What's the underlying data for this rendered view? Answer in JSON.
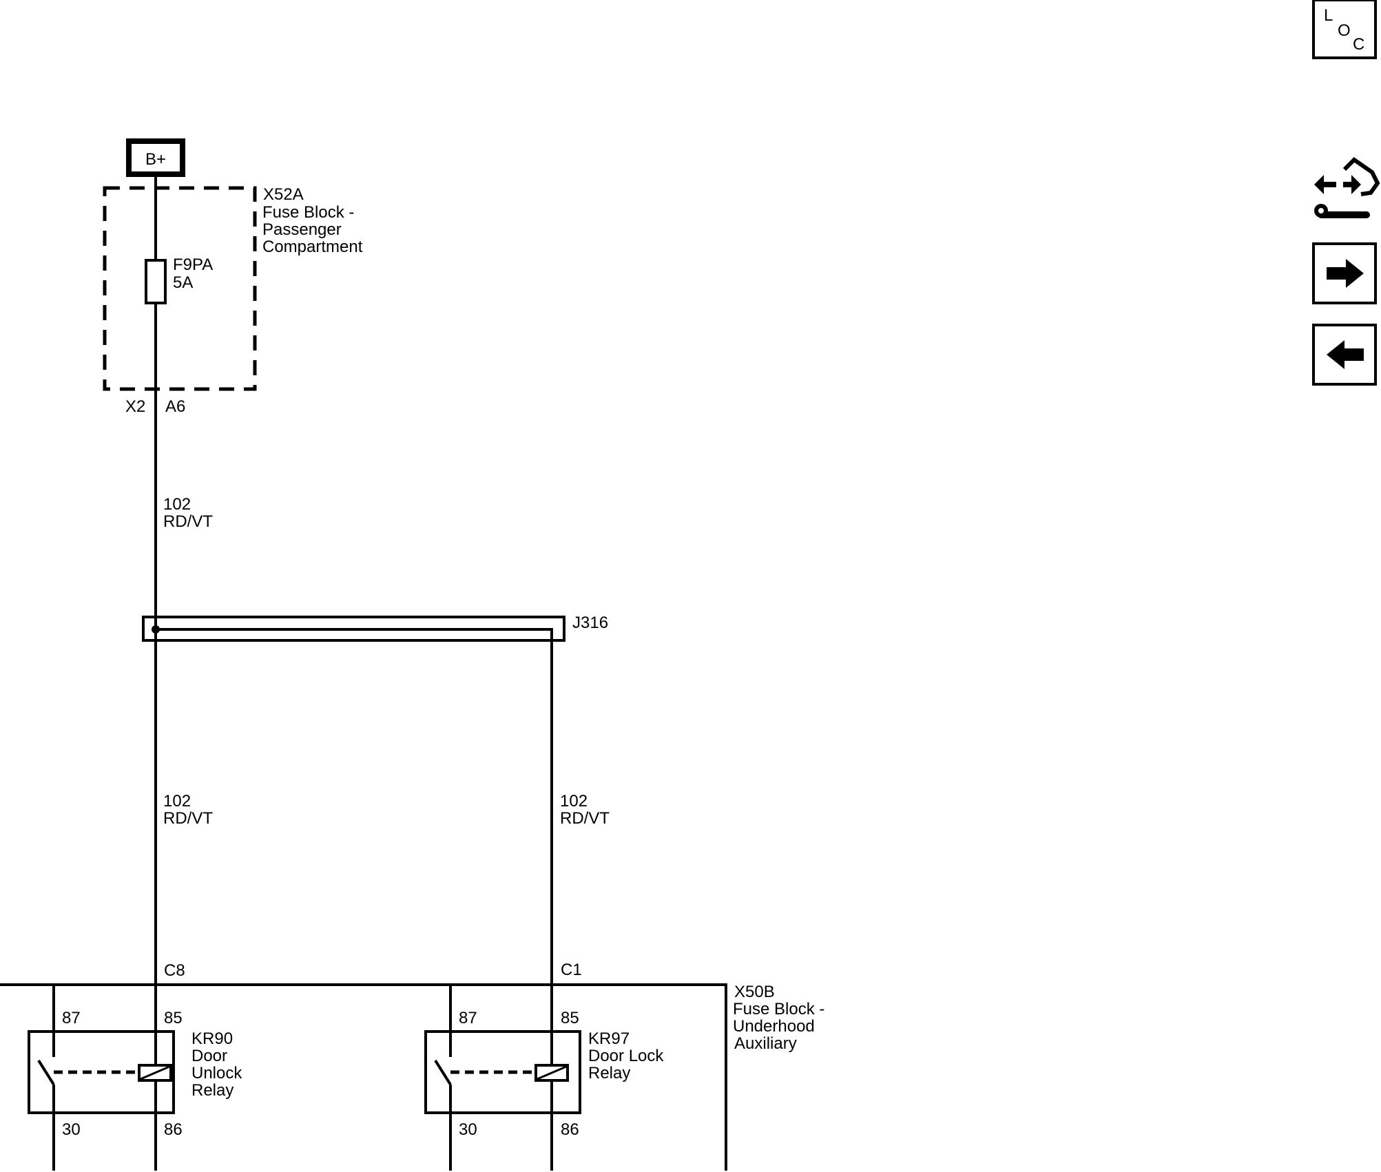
{
  "power": {
    "label": "B+"
  },
  "fuse_block_pass": {
    "id": "X52A",
    "name_line1": "Fuse Block -",
    "name_line2": "Passenger",
    "name_line3": "Compartment",
    "connector": "X2",
    "pin": "A6"
  },
  "fuse": {
    "id": "F9PA",
    "rating": "5A"
  },
  "wire_top": {
    "circuit": "102",
    "color": "RD/VT"
  },
  "splice": {
    "id": "J316"
  },
  "wire_left": {
    "circuit": "102",
    "color": "RD/VT"
  },
  "wire_right": {
    "circuit": "102",
    "color": "RD/VT"
  },
  "fuse_block_under": {
    "id": "X50B",
    "name_line1": "Fuse Block -",
    "name_line2": "Underhood",
    "name_line3": "Auxiliary",
    "pin_left": "C8",
    "pin_right": "C1"
  },
  "relay_unlock": {
    "id": "KR90",
    "name_line1": "Door",
    "name_line2": "Unlock",
    "name_line3": "Relay",
    "pin_87": "87",
    "pin_85": "85",
    "pin_30": "30",
    "pin_86": "86"
  },
  "relay_lock": {
    "id": "KR97",
    "name_line1": "Door Lock",
    "name_line2": "Relay",
    "pin_87": "87",
    "pin_85": "85",
    "pin_30": "30",
    "pin_86": "86"
  },
  "side_panel": {
    "loc_l": "L",
    "loc_o": "O",
    "loc_c": "C",
    "icons": [
      "loc-icon",
      "connector-tool-icon",
      "arrow-right-icon",
      "arrow-left-icon"
    ]
  }
}
